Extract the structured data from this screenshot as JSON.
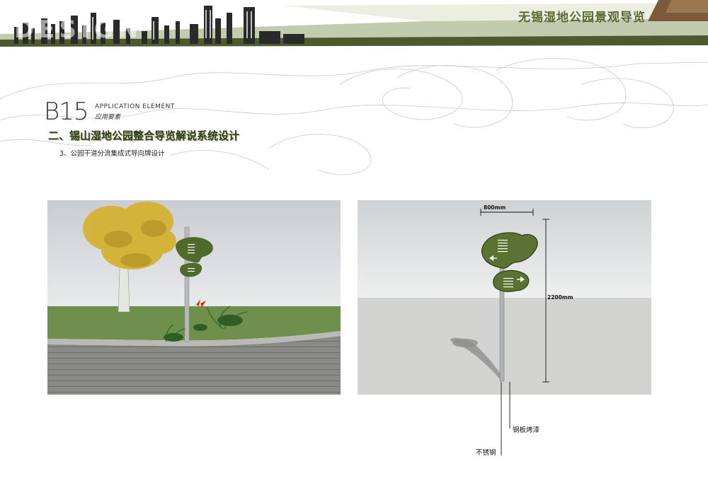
{
  "header": {
    "doc_title": "无锡湿地公园景观导览",
    "decor_text": "DESIGN"
  },
  "section": {
    "code": "B15",
    "label_en": "APPLICATION ELEMENT",
    "label_cn": "应用要素",
    "title": "二、锡山湿地公园整合导览解说系统设计",
    "subtitle": "3、公园干道分流集成式导向牌设计"
  },
  "elevation": {
    "width_dim": "800mm",
    "height_dim": "2200mm",
    "callout_paint": "钢板烤漆",
    "callout_steel": "不锈钢"
  },
  "colors": {
    "brand_green": "#5a6a35",
    "sign_green": "#5c7232",
    "header_band": "#4d5a2e"
  }
}
